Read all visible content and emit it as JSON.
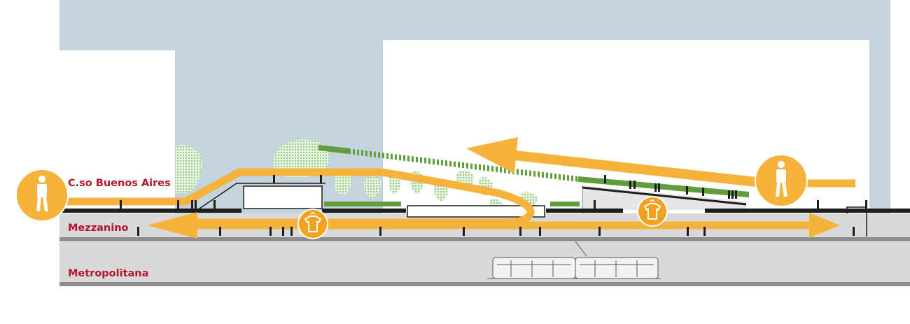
{
  "labels": {
    "street": "C.so Buenos Aires",
    "mezzanine": "Mezzanino",
    "metro": "Metropolitana"
  },
  "colors": {
    "sky": "#c5d3dc",
    "building": "#ffffff",
    "arrow": "#f6b33b",
    "green": "#5f9e3b",
    "tree": "#9ccf8a",
    "ground": "#d9d9d9",
    "slab": "#1e1e1e",
    "concrete": "#8c8c8c",
    "label": "#b5152b"
  },
  "icons": {
    "pedestrian": "pedestrian-icon",
    "shop": "shop-icon",
    "tram": "metro-train-icon"
  }
}
